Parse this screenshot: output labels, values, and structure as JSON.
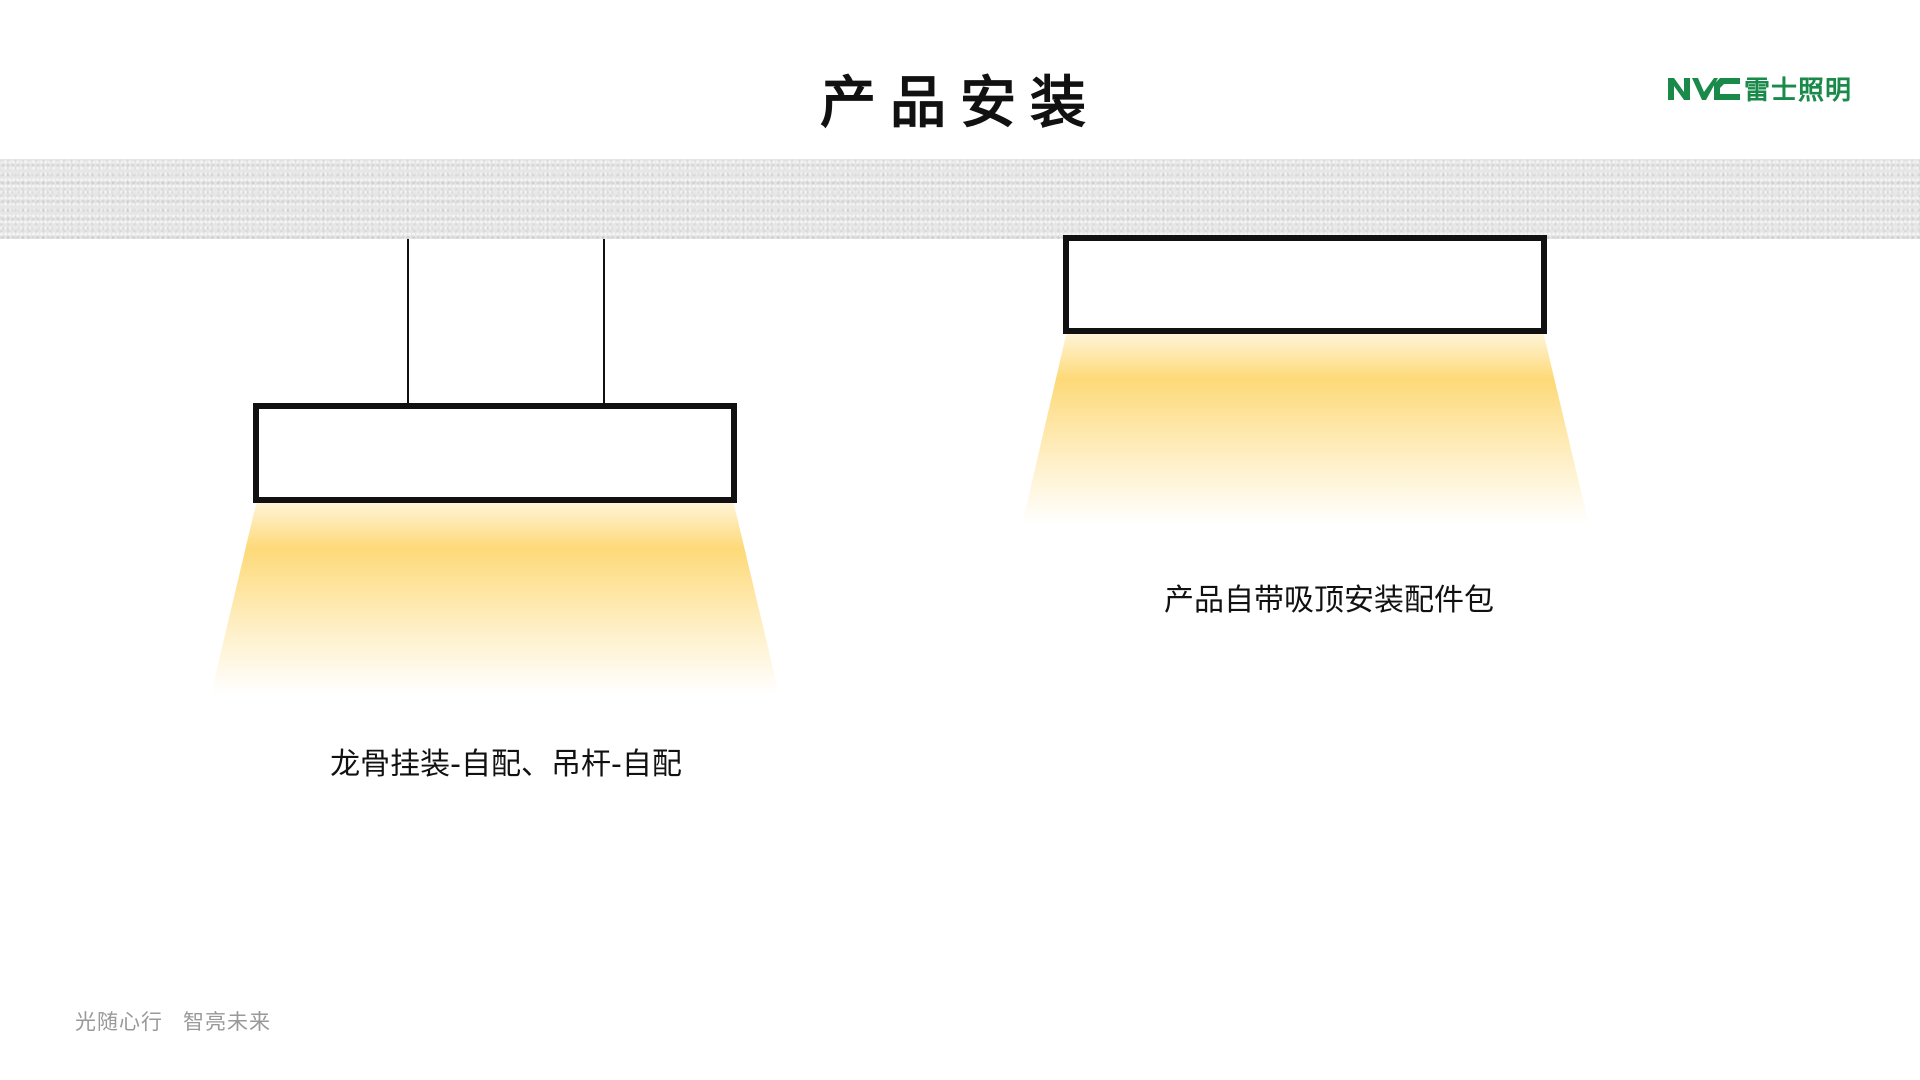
{
  "title": "产品安装",
  "logo": {
    "mark": "NVC",
    "name": "雷士照明",
    "color": "#1a8a4a"
  },
  "installations": [
    {
      "label": "龙骨挂装-自配、吊杆-自配"
    },
    {
      "label": "产品自带吸顶安装配件包"
    }
  ],
  "footer": {
    "slogan_1": "光随心行",
    "slogan_2": "智亮未来"
  },
  "colors": {
    "light": "#fdd978"
  }
}
